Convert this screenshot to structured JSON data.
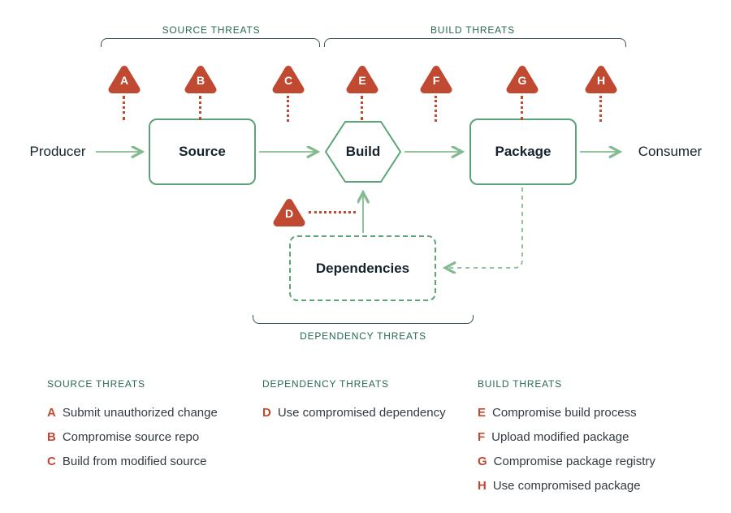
{
  "colors": {
    "threat_red": "#c04a31",
    "arrow_green": "#82bb8f",
    "node_border_green": "#5aa476",
    "heading_teal": "#27694e",
    "bracket_slate": "#3d4f57",
    "text_dark": "#15232c"
  },
  "diagram": {
    "groups": {
      "source": "SOURCE THREATS",
      "build": "BUILD THREATS",
      "dependency": "DEPENDENCY THREATS"
    },
    "nodes": {
      "producer": "Producer",
      "source": "Source",
      "build": "Build",
      "package": "Package",
      "consumer": "Consumer",
      "dependencies": "Dependencies"
    },
    "markers": {
      "a": "A",
      "b": "B",
      "c": "C",
      "d": "D",
      "e": "E",
      "f": "F",
      "g": "G",
      "h": "H"
    }
  },
  "legend": {
    "columns": [
      {
        "heading": "SOURCE THREATS",
        "items": [
          {
            "key": "A",
            "text": "Submit unauthorized change"
          },
          {
            "key": "B",
            "text": "Compromise source repo"
          },
          {
            "key": "C",
            "text": "Build from modified source"
          }
        ]
      },
      {
        "heading": "DEPENDENCY THREATS",
        "items": [
          {
            "key": "D",
            "text": "Use compromised dependency"
          }
        ]
      },
      {
        "heading": "BUILD THREATS",
        "items": [
          {
            "key": "E",
            "text": "Compromise build process"
          },
          {
            "key": "F",
            "text": "Upload modified package"
          },
          {
            "key": "G",
            "text": "Compromise package registry"
          },
          {
            "key": "H",
            "text": "Use compromised package"
          }
        ]
      }
    ]
  }
}
